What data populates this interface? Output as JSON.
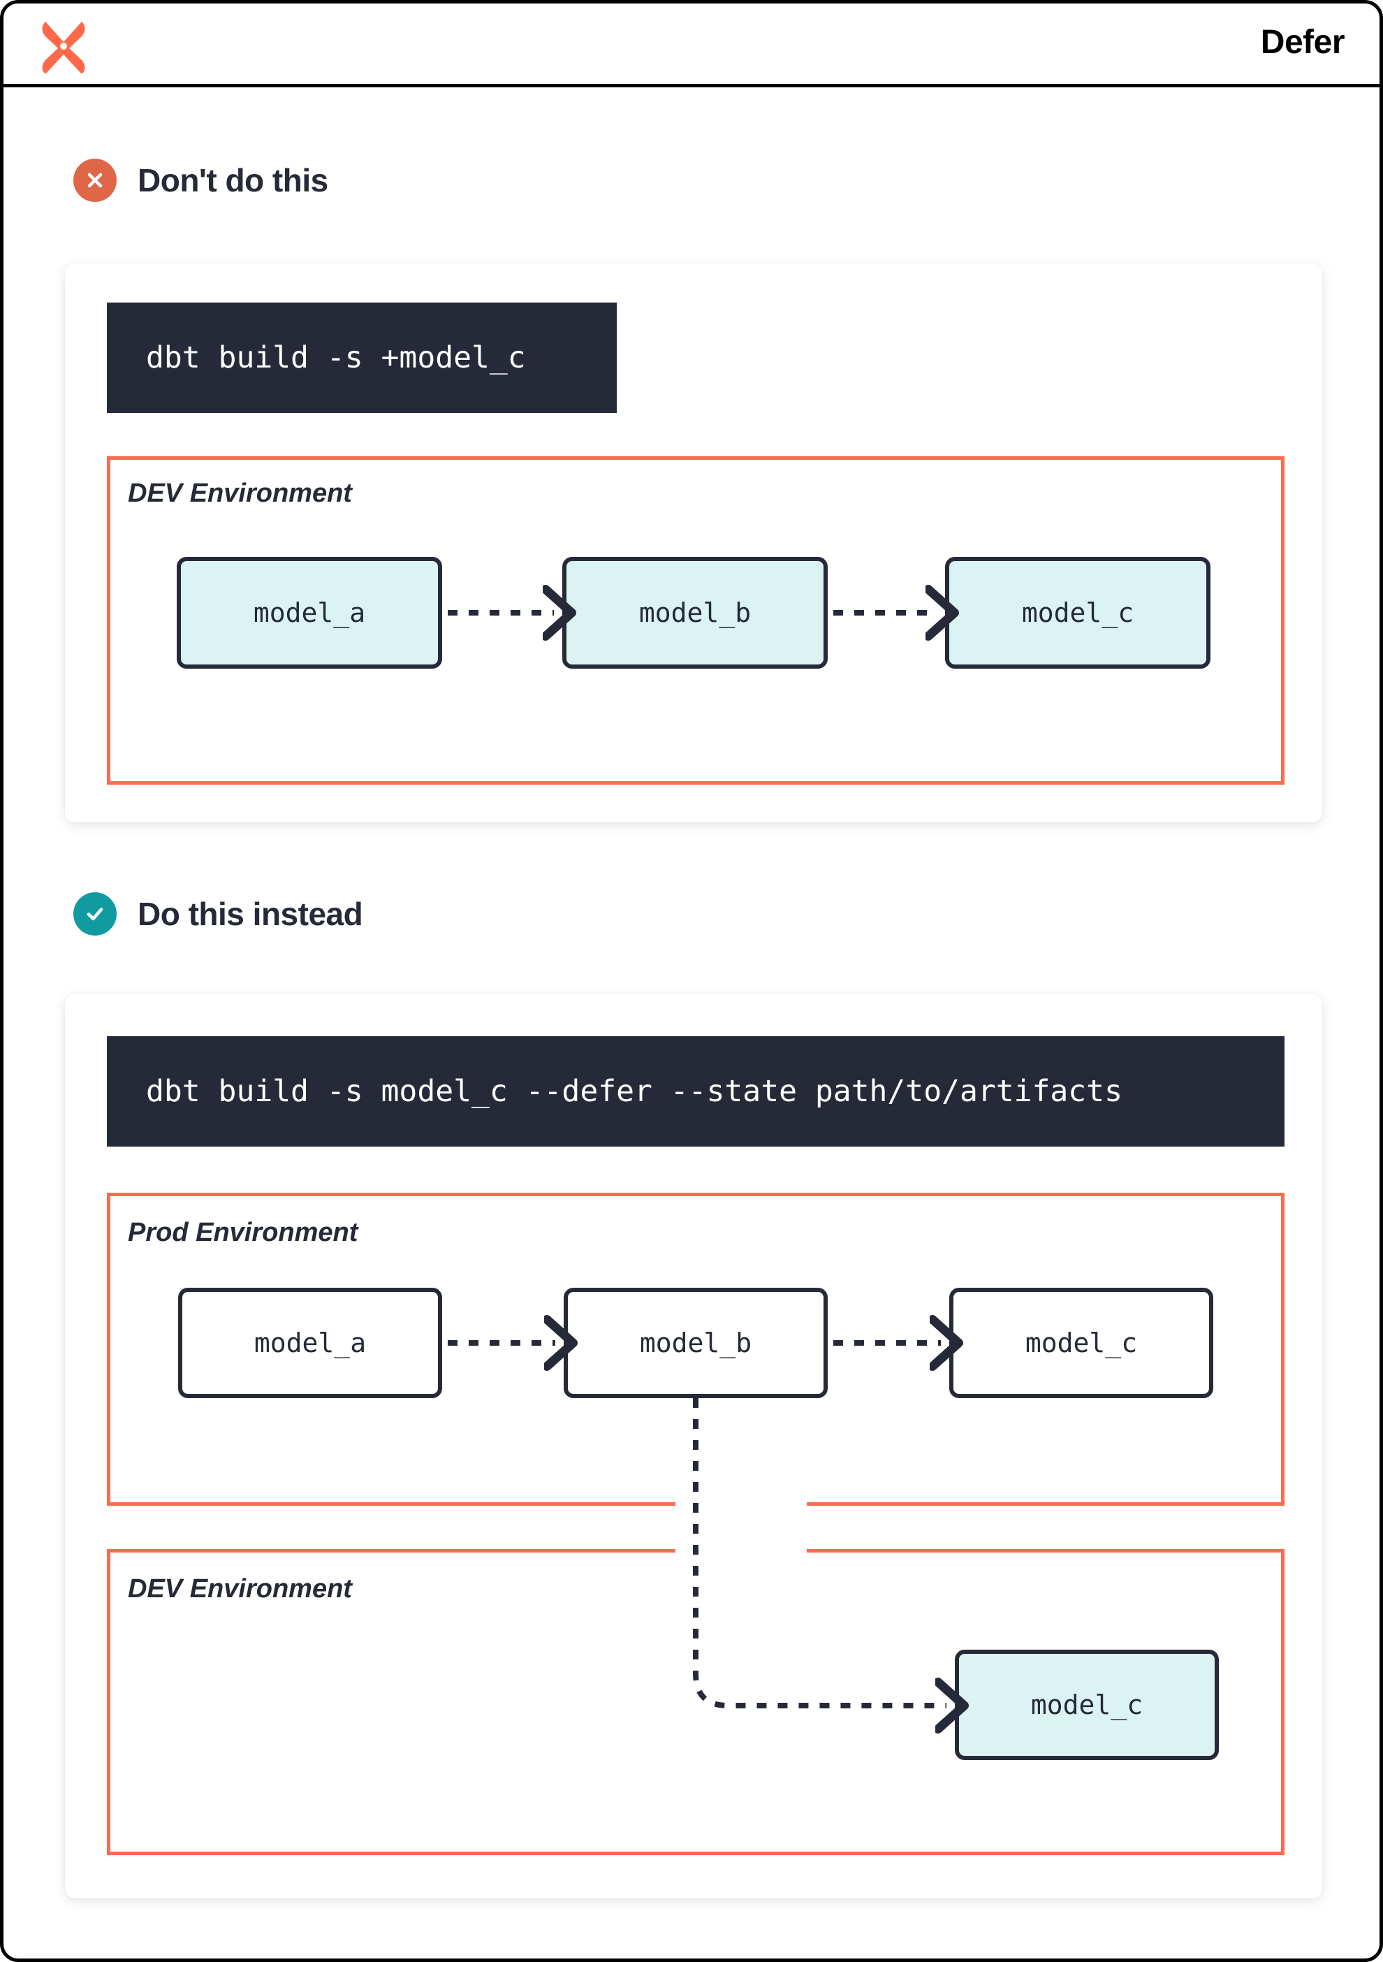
{
  "header": {
    "title": "Defer",
    "logo_icon": "dbt-logo-icon"
  },
  "sections": [
    {
      "id": "dont",
      "badge_icon": "x-circle-icon",
      "badge_color": "#DF6647",
      "title": "Don't do this",
      "code": "dbt build -s +model_c",
      "environments": [
        {
          "label": "DEV Environment",
          "style": "dev",
          "nodes": [
            "model_a",
            "model_b",
            "model_c"
          ]
        }
      ]
    },
    {
      "id": "do",
      "badge_icon": "check-circle-icon",
      "badge_color": "#109BA1",
      "title": "Do this instead",
      "code": "dbt build -s model_c --defer --state path/to/artifacts",
      "environments": [
        {
          "label": "Prod Environment",
          "style": "prod",
          "nodes": [
            "model_a",
            "model_b",
            "model_c"
          ]
        },
        {
          "label": "DEV Environment",
          "style": "dev",
          "nodes": [
            "model_c"
          ]
        }
      ]
    }
  ],
  "colors": {
    "accent_orange": "#FB6B50",
    "logo_orange": "#FF694B",
    "dark": "#262A38",
    "node_dev_fill": "#DCF3F4",
    "badge_bad": "#DF6647",
    "badge_good": "#109BA1"
  }
}
